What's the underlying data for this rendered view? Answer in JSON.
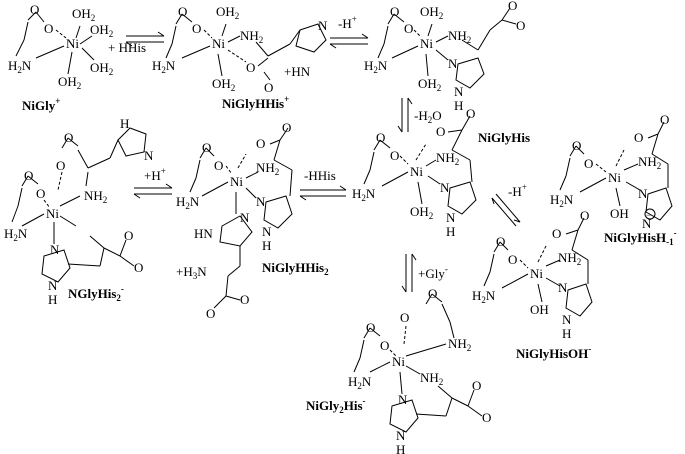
{
  "labels": {
    "nigly": "NiGly",
    "nigly_sup": "+",
    "niglyhhis": "NiGlyHHis",
    "niglyhhis_sup": "+",
    "niglyhis": "NiGlyHis",
    "nglyhis2": "NGlyHis",
    "nglyhis2_sub": "2",
    "nglyhis2_sup": "-",
    "niglyhhis2": "NiGlyHHis",
    "niglyhhis2_sub": "2",
    "niglyhish1": "NiGlyHisH",
    "niglyhish1_sub": "-1",
    "niglyhish1_sup": "-",
    "niglyhisoh": "NiGlyHisOH",
    "niglyhisoh_sup": "-",
    "nigly2his": "NiGly",
    "nigly2his_sub": "2",
    "nigly2his_tail": "His",
    "nigly2his_sup": "-"
  },
  "conditions": {
    "add_hhis": "+ HHis",
    "minus_h": "-H",
    "minus_h_sup": "+",
    "minus_h2o_pre": "-H",
    "minus_h2o_sub": "2",
    "minus_h2o_post": "O",
    "plus_h": "+H",
    "plus_h_sup": "+",
    "minus_hhis": "-HHis",
    "minus_h_right": "-H",
    "minus_h_right_sup": "+",
    "plus_gly": "+Gly",
    "plus_gly_sup": "-"
  },
  "atoms": {
    "ni": "Ni",
    "o": "O",
    "oh2": "OH",
    "oh2_sub": "2",
    "h2n": "H",
    "h2n_sub": "2",
    "h2n_n": "N",
    "nh2": "NH",
    "nh2_sub": "2",
    "n": "N",
    "hn": "HN",
    "h": "H",
    "oh": "OH",
    "plus_hn": "+HN",
    "plus_h3n": "+H",
    "h3n_sub": "3",
    "h3n_n": "N",
    "minus_circle": "−"
  }
}
